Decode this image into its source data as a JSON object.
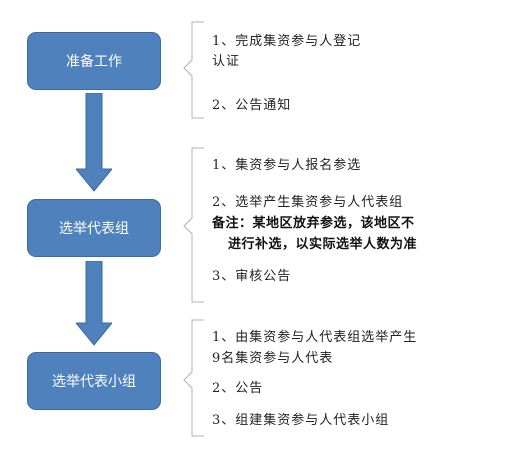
{
  "theme": {
    "box_fill": "#4f81bd",
    "box_text": "#ffffff",
    "arrow_fill": "#4f81bd",
    "bracket_stroke": "#b0b0b0"
  },
  "steps": [
    {
      "label": "准备工作",
      "items": [
        "1、完成集资参与人登记",
        "认证",
        "2、公告通知"
      ]
    },
    {
      "label": "选举代表组",
      "items": [
        "1、集资参与人报名参选",
        "2、选举产生集资参与人代表组",
        "备注：某地区放弃参选，该地区不",
        "进行补选，以实际选举人数为准",
        "3、审核公告"
      ]
    },
    {
      "label": "选举代表小组",
      "items": [
        "1、由集资参与人代表组选举产生",
        "9名集资参与人代表",
        "2、公告",
        "3、组建集资参与人代表小组"
      ]
    }
  ]
}
